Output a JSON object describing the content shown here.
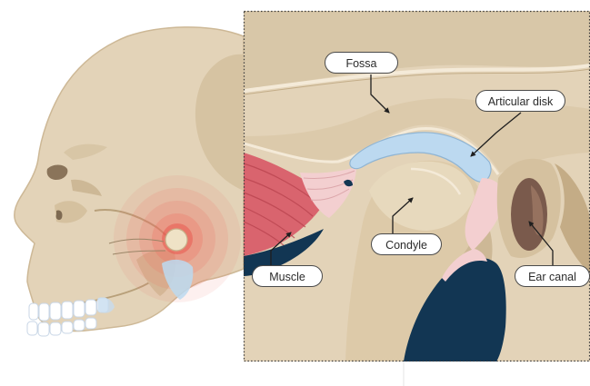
{
  "labels": {
    "fossa": "Fossa",
    "articular_disk": "Articular disk",
    "condyle": "Condyle",
    "muscle": "Muscle",
    "ear_canal": "Ear canal"
  },
  "colors": {
    "bone": "#e3d3b8",
    "bone_shadow": "#cdb896",
    "bone_dark": "#b8a07a",
    "muscle": "#d9646e",
    "ligament": "#f3cfd0",
    "disk": "#bcd9f0",
    "navy": "#123653",
    "ear_canal": "#7a5a4c",
    "pain_glow": "#f06a5f",
    "teeth": "#ffffff"
  },
  "icons": {
    "pain_marker": "red-concentric-glow",
    "inset_frame": "dotted-border"
  }
}
